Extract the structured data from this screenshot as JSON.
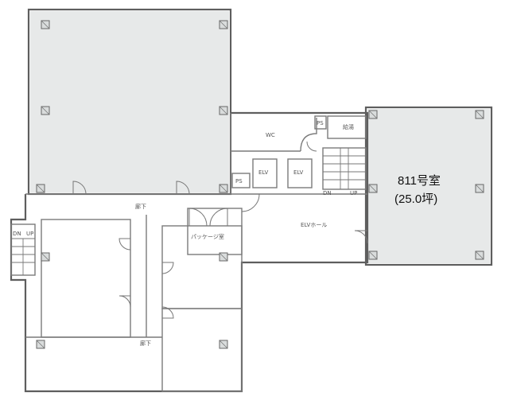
{
  "unit": {
    "name": "811号室",
    "area": "(25.0坪)"
  },
  "labels": {
    "corridor": "廊下",
    "package_room": "パッケージ室",
    "elevator_hall": "ELVホール",
    "wc": "WC",
    "elv1": "ELV",
    "elv2": "ELV",
    "ps_left": "PS",
    "ps_top": "PS",
    "kitchen": "給湯",
    "dn": "DN",
    "up": "UP",
    "stair_left_1": "DN",
    "stair_left_2": "UP",
    "corridor_lower": "廊下"
  },
  "colors": {
    "shade": "#e7e9e9",
    "wall": "#5e5e5e"
  }
}
